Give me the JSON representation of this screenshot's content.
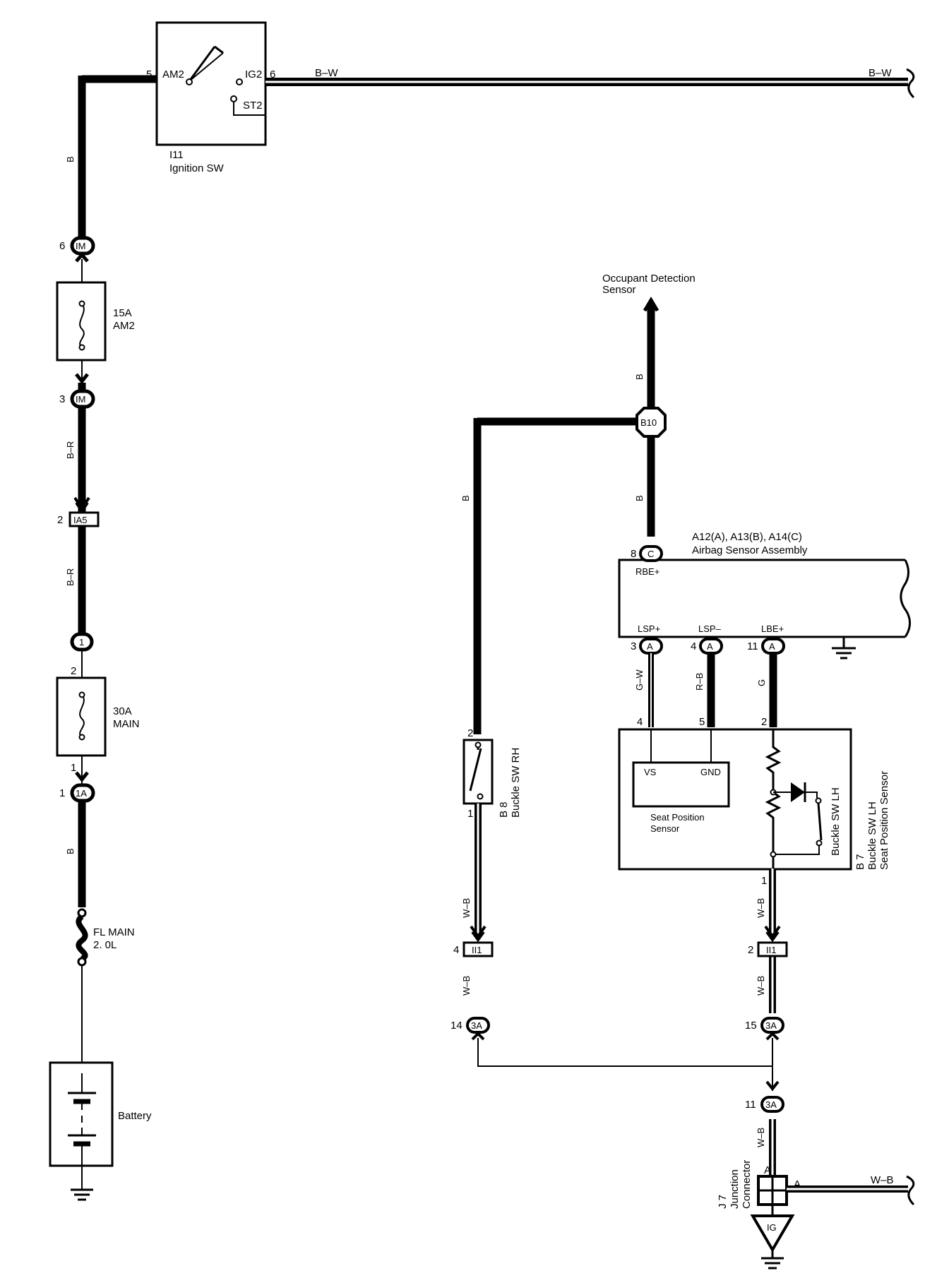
{
  "ignition_sw": {
    "id": "I11",
    "name": "Ignition SW",
    "pin_in": "5",
    "pin_out": "6",
    "am2": "AM2",
    "ig2": "IG2",
    "st2": "ST2"
  },
  "wire_colors": {
    "b": "B",
    "b_w": "B–W",
    "b_r": "B–R",
    "w_b": "W–B",
    "g_w": "G–W",
    "r_b": "R–B",
    "g": "G"
  },
  "connectors": {
    "im_pin6": "6",
    "im_pin3": "3",
    "im": "IM",
    "ia5_pin": "2",
    "ia5": "IA5",
    "c1": "1",
    "main_pin2": "2",
    "main_pin1": "1",
    "c1a_pin": "1",
    "c1a": "1A",
    "b10": "B10",
    "ii1": "II1",
    "ii1_rh_pin": "4",
    "ii1_lh_pin": "2",
    "c3a": "3A",
    "c3a_rh_pin": "14",
    "c3a_lh_pin": "15",
    "c3a_j_pin": "11"
  },
  "fuses": {
    "am2_rating": "15A",
    "am2_name": "AM2",
    "main_rating": "30A",
    "main_name": "MAIN",
    "fl_name": "FL MAIN",
    "fl_rating": "2. 0L"
  },
  "battery": "Battery",
  "occupant_sensor": {
    "line1": "Occupant Detection",
    "line2": "Sensor"
  },
  "airbag": {
    "ids": "A12(A), A13(B), A14(C)",
    "name": "Airbag Sensor Assembly",
    "pin_rbe": "8",
    "conn_c": "C",
    "conn_a": "A",
    "rbe": "RBE+",
    "lsp_plus": "LSP+",
    "lsp_minus": "LSP–",
    "lbe_plus": "LBE+",
    "pin_lsp_plus": "3",
    "pin_lsp_minus": "4",
    "pin_lbe_plus": "11"
  },
  "buckle_rh": {
    "id": "B 8",
    "name": "Buckle SW RH",
    "pin_top": "2",
    "pin_bottom": "1"
  },
  "buckle_lh": {
    "id": "B 7",
    "name1": "Buckle SW LH",
    "name2": "Seat Position Sensor",
    "inner": "Buckle SW LH",
    "pin4": "4",
    "pin5": "5",
    "pin2": "2",
    "pin1": "1",
    "vs": "VS",
    "gnd": "GND",
    "sps1": "Seat Position",
    "sps2": "Sensor"
  },
  "junction": {
    "id": "J 7",
    "name1": "Junction",
    "name2": "Connector",
    "pin": "A",
    "ig": "IG"
  }
}
